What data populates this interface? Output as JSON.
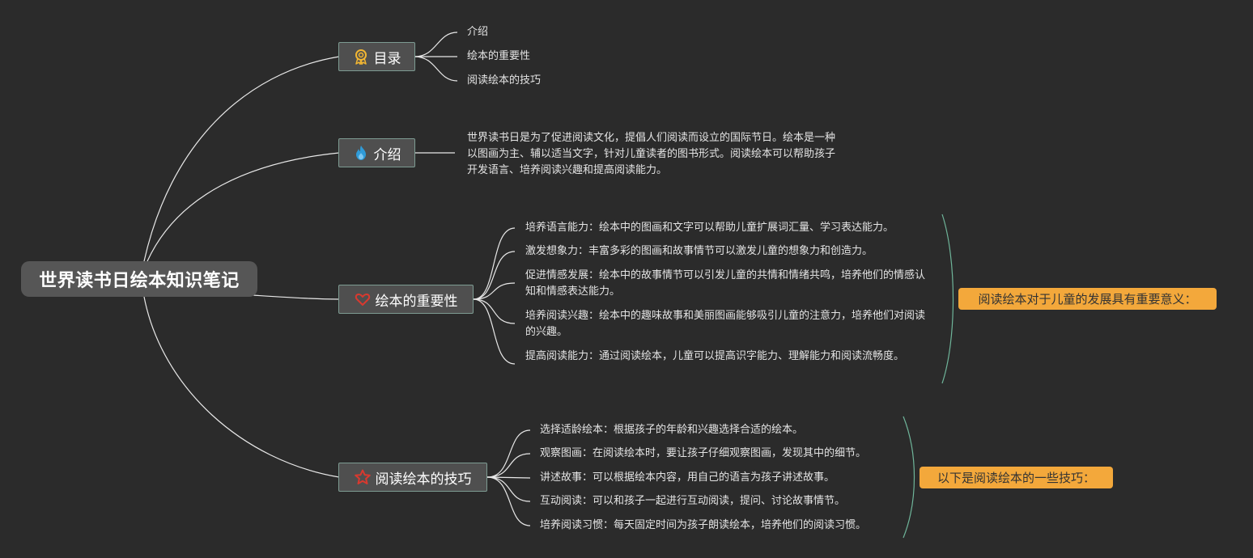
{
  "root": {
    "title": "世界读书日绘本知识笔记"
  },
  "branches": {
    "toc": {
      "label": "目录",
      "icon": "ribbon-badge-icon",
      "items": [
        "介绍",
        "绘本的重要性",
        "阅读绘本的技巧"
      ]
    },
    "intro": {
      "label": "介绍",
      "icon": "flame-icon",
      "lines": [
        "世界读书日是为了促进阅读文化，提倡人们阅读而设立的国际节日。绘本是一种",
        "以图画为主、辅以适当文字，针对儿童读者的图书形式。阅读绘本可以帮助孩子",
        "开发语言、培养阅读兴趣和提高阅读能力。"
      ]
    },
    "importance": {
      "label": "绘本的重要性",
      "icon": "heart-icon",
      "items": [
        "培养语言能力：绘本中的图画和文字可以帮助儿童扩展词汇量、学习表达能力。",
        "激发想象力：丰富多彩的图画和故事情节可以激发儿童的想象力和创造力。",
        "促进情感发展：绘本中的故事情节可以引发儿童的共情和情绪共鸣，培养他们的情感认知和情感表达能力。",
        "培养阅读兴趣：绘本中的趣味故事和美丽图画能够吸引儿童的注意力，培养他们对阅读的兴趣。",
        "提高阅读能力：通过阅读绘本，儿童可以提高识字能力、理解能力和阅读流畅度。"
      ],
      "summary": "阅读绘本对于儿童的发展具有重要意义："
    },
    "tips": {
      "label": "阅读绘本的技巧",
      "icon": "star-icon",
      "items": [
        "选择适龄绘本：根据孩子的年龄和兴趣选择合适的绘本。",
        "观察图画：在阅读绘本时，要让孩子仔细观察图画，发现其中的细节。",
        "讲述故事：可以根据绘本内容，用自己的语言为孩子讲述故事。",
        "互动阅读：可以和孩子一起进行互动阅读，提问、讨论故事情节。",
        "培养阅读习惯：每天固定时间为孩子朗读绘本，培养他们的阅读习惯。"
      ],
      "summary": "以下是阅读绘本的一些技巧："
    }
  },
  "colors": {
    "background": "#2b2b2b",
    "root_fill": "#565656",
    "branch_fill": "#4f4f4f",
    "branch_border": "#7d9b92",
    "connector": "#e8e8e8",
    "bracket": "#6fb59a",
    "note_fill": "#f3a83b",
    "icon_ribbon": "#f2b632",
    "icon_flame": "#2f9bd8",
    "icon_heart": "#d8392f",
    "icon_star": "#d8392f"
  }
}
